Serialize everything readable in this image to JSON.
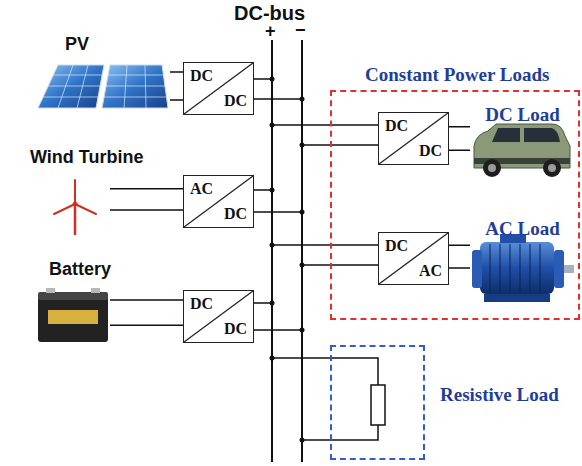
{
  "diagram": {
    "nodes": [
      {
        "text": [
          "PV"
        ]
      },
      {
        "text": [
          "DC",
          "DC"
        ]
      },
      {
        "text": [
          "Wind Turbine"
        ]
      },
      {
        "text": [
          "AC",
          "DC"
        ]
      },
      {
        "text": [
          "Battery"
        ]
      },
      {
        "text": [
          "DC",
          "DC"
        ]
      },
      {
        "text": [
          "Constant Power Loads"
        ]
      },
      {
        "text": [
          "DC",
          "DC"
        ],
        "in": 6
      },
      {
        "text": [
          "DC Load"
        ],
        "in": 6
      },
      {
        "text": [
          "DC",
          "AC"
        ],
        "in": 6
      },
      {
        "text": [
          "AC Load"
        ],
        "in": 6
      },
      {
        "text": [
          "Resistive Load"
        ]
      }
    ],
    "edges": [
      {
        "from": 0,
        "to": 1,
        "arrow": "none"
      },
      {
        "from": 2,
        "to": 3,
        "arrow": "none"
      },
      {
        "from": 4,
        "to": 5,
        "arrow": "none"
      },
      {
        "from": 7,
        "to": 8,
        "arrow": "none"
      },
      {
        "from": 9,
        "to": 10,
        "arrow": "none"
      }
    ],
    "labels": [
      "DC-bus",
      "+",
      "−"
    ]
  }
}
